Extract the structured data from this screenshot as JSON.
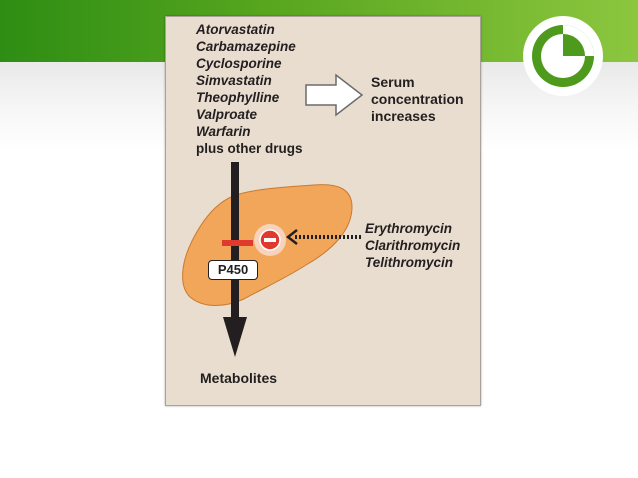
{
  "drugs": [
    "Atorvastatin",
    "Carbamazepine",
    "Cyclosporine",
    "Simvastatin",
    "Theophylline",
    "Valproate",
    "Warfarin"
  ],
  "plus_other": "plus other drugs",
  "serum_text": [
    "Serum",
    "concentration",
    "increases"
  ],
  "inhibitors": [
    "Erythromycin",
    "Clarithromycin",
    "Telithromycin"
  ],
  "enzyme_label": "P450",
  "metabolites_label": "Metabolites",
  "colors": {
    "header_green_dark": "#2e8d14",
    "header_green_light": "#8cc63f",
    "figure_background": "#e8ddcf",
    "liver": "#f2a65a",
    "inhibit_red": "#e03a2f"
  }
}
